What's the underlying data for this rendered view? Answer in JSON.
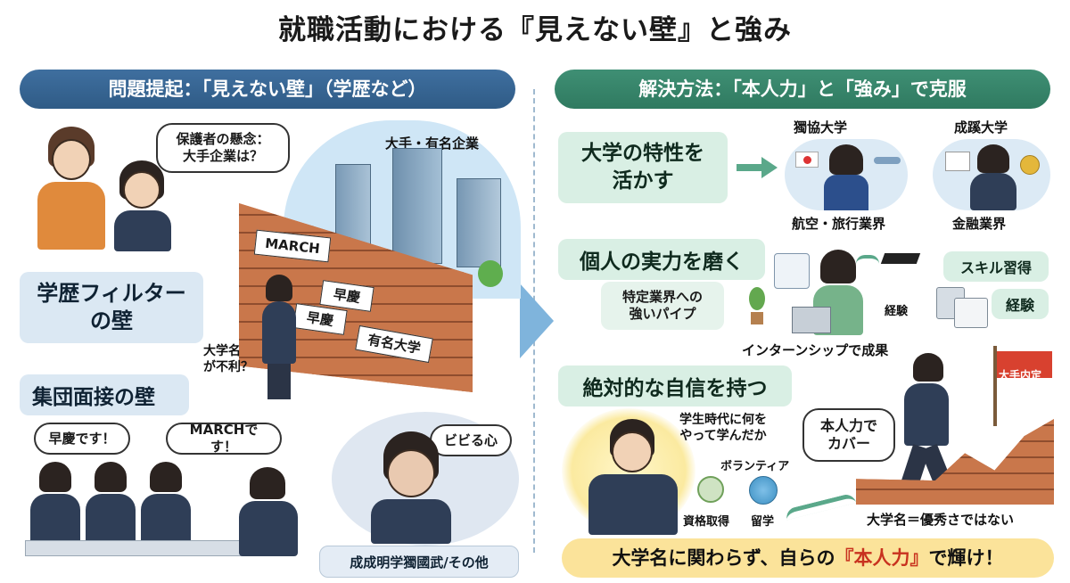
{
  "title": "就職活動における『見えない壁』と強み",
  "left": {
    "header": "問題提起：「見えない壁」（学歴など）",
    "bubble_concern": "保護者の懸念：\n大手企業は？",
    "companies_label": "大手・有名企業",
    "wall_tags": [
      "MARCH",
      "早慶",
      "早慶",
      "有名大学"
    ],
    "disadvantage": "大学名\nが不利？",
    "filter_box": "学歴フィルター\nの壁",
    "group_box": "集団面接の壁",
    "bubble_waseda": "早慶です！",
    "bubble_march": "MARCHです！",
    "bubble_scared": "ビビる心",
    "others_box": "成成明学獨國武/その他"
  },
  "right": {
    "header": "解決方法：「本人力」と「強み」で克服",
    "row1_box": "大学の特性を\n活かす",
    "dokkyo": "獨協大学",
    "seikei": "成蹊大学",
    "aviation": "航空・旅行業界",
    "finance": "金融業界",
    "row2_box": "個人の実力を磨く",
    "pipe_box": "特定業界への\n強いパイプ",
    "skill": "スキル習得",
    "experience_big": "経験",
    "experience_small": "経験",
    "internship": "インターンシップで成果",
    "row3_box": "絶対的な自信を持つ",
    "student_life": "学生時代に何を\nやって学んだか",
    "volunteer": "ボランティア",
    "qualification": "資格取得",
    "study_abroad": "留学",
    "cover_bubble": "本人力で\nカバー",
    "flag": "大手内定",
    "not_excellent": "大学名＝優秀さではない",
    "footer_prefix": "大学名に関わらず、自らの",
    "footer_highlight": "『本人力』",
    "footer_suffix": "で輝け！"
  },
  "colors": {
    "left_header": "#2f5b86",
    "right_header": "#2f7a60",
    "left_box": "#dbe8f3",
    "right_box": "#d9efe4",
    "brick": "#c9774b",
    "footer": "#fbe39a",
    "highlight": "#c8321f"
  },
  "icons": [
    "graduation-cap-icon",
    "airplane-icon",
    "japan-flag-icon",
    "dollar-coin-icon",
    "laptop-icon",
    "plant-icon",
    "medal-icon",
    "globe-icon",
    "flag-icon",
    "tree-icon"
  ]
}
